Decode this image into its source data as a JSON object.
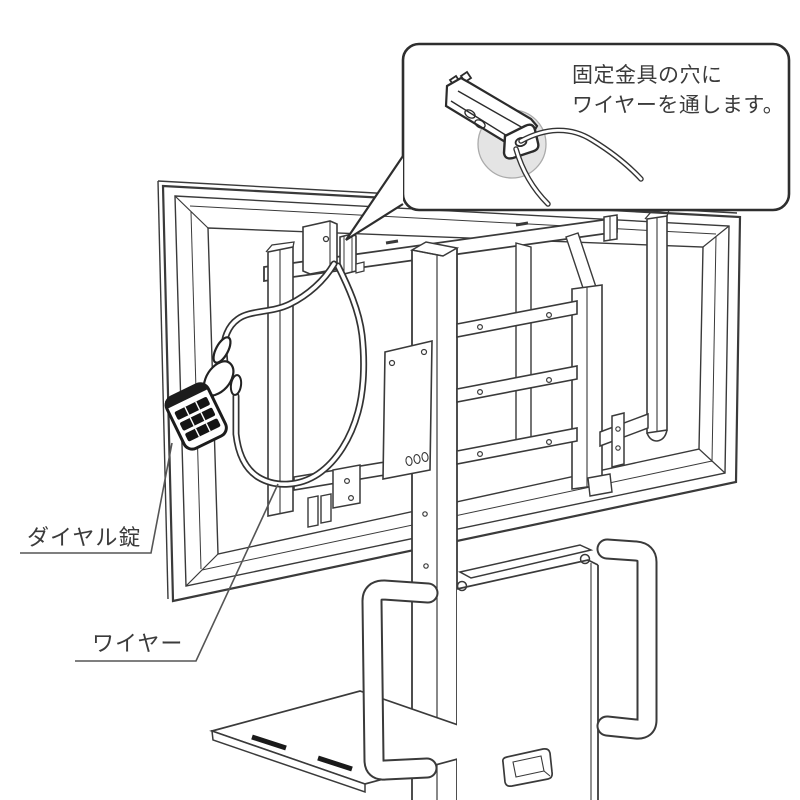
{
  "figure": {
    "type": "instruction-diagram",
    "subject": "display-stand anti-theft wire with dial lock",
    "background": "#ffffff"
  },
  "callout": {
    "text_line1": "固定金具の穴に",
    "text_line2": "ワイヤーを通します。"
  },
  "labels": {
    "dial_lock": "ダイヤル錠",
    "wire": "ワイヤー"
  },
  "colors": {
    "line": "#3a3a3a",
    "line_strong": "#222222",
    "leader": "#555555",
    "dial_black": "#141414",
    "highlight_fill": "#e4e4e4",
    "highlight_stroke": "#ababab",
    "text": "#3b3b3b",
    "background": "#ffffff"
  },
  "parts": [
    "tv-back-panel",
    "wall-mount-top-bar",
    "fixing-bracket",
    "left-mount-rail",
    "right-mount-rail",
    "outer-right-mount-rail",
    "vesa-plate",
    "crossbar-ladder",
    "stand-column",
    "stand-back-panel",
    "shelf",
    "left-handle",
    "right-handle",
    "security-wire",
    "dial-lock",
    "magnified-callout-bubble"
  ]
}
